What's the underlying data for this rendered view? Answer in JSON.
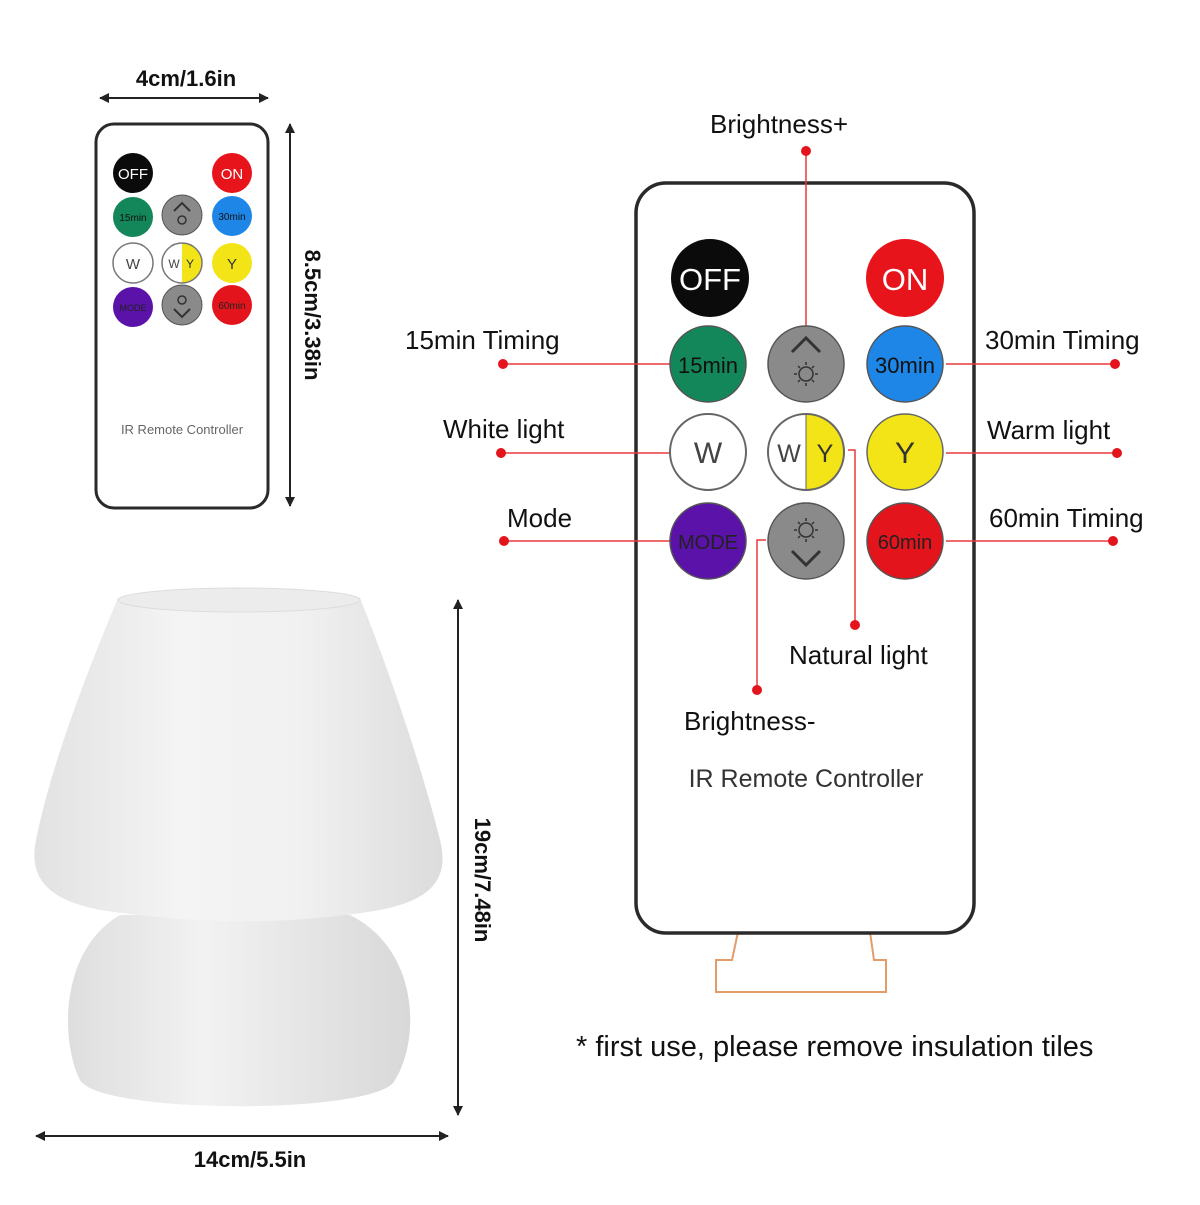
{
  "dimensions": {
    "remote_width": "4cm/1.6in",
    "remote_height": "8.5cm/3.38in",
    "lamp_height": "19cm/7.48in",
    "lamp_width": "14cm/5.5in"
  },
  "remote": {
    "buttons": {
      "off": "OFF",
      "on": "ON",
      "t15": "15min",
      "t30": "30min",
      "white": "W",
      "natural_w": "W",
      "natural_y": "Y",
      "warm": "Y",
      "mode": "MODE",
      "t60": "60min"
    },
    "label": "IR Remote Controller"
  },
  "callouts": {
    "brightness_plus": "Brightness+",
    "timing_15": "15min Timing",
    "timing_30": "30min Timing",
    "white_light": "White light",
    "warm_light": "Warm light",
    "mode": "Mode",
    "timing_60": "60min Timing",
    "natural_light": "Natural light",
    "brightness_minus": "Brightness-"
  },
  "note": "* first use, please remove insulation tiles",
  "colors": {
    "off": "#0b0b0b",
    "on": "#e8141c",
    "green": "#14875a",
    "blue": "#1e86e6",
    "yellow": "#f2e417",
    "purple": "#5a12a8",
    "red60": "#e3141c",
    "gray": "#8a8a8a",
    "callout_line": "#e8383d",
    "callout_dot": "#e3141c",
    "tab": "#e49c6a"
  }
}
